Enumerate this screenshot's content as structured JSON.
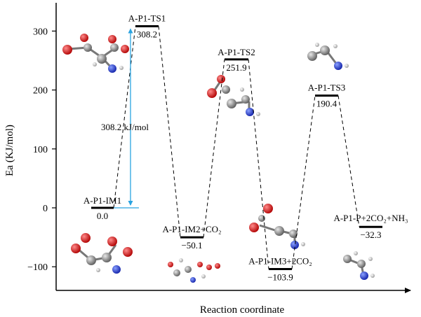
{
  "chart_data": {
    "type": "line",
    "ylabel": "Ea (KJ/mol)",
    "xlabel": "Reaction coordinate",
    "ylim": [
      -130,
      350
    ],
    "yticks": [
      300,
      200,
      100,
      0,
      -100
    ],
    "ytick_labels": [
      "300",
      "200",
      "100",
      "0",
      "−100"
    ],
    "grid": false,
    "points": [
      {
        "name": "A-P1-IM1",
        "value": 0.0,
        "value_label": "0.0"
      },
      {
        "name": "A-P1-TS1",
        "value": 308.2,
        "value_label": "308.2"
      },
      {
        "name": "A-P1-IM2+CO₂",
        "value": -50.1,
        "value_label": "−50.1"
      },
      {
        "name": "A-P1-TS2",
        "value": 251.9,
        "value_label": "251.9"
      },
      {
        "name": "A-P1-IM3+2CO₂",
        "value": -103.9,
        "value_label": "−103.9"
      },
      {
        "name": "A-P1-TS3",
        "value": 190.4,
        "value_label": "190.4"
      },
      {
        "name": "A-P1-P+2CO₂+NH₃",
        "value": -32.3,
        "value_label": "−32.3"
      }
    ],
    "annotation": {
      "text": "308.2 kJ/mol",
      "color": "#e00000",
      "arrow_color": "#29a3e0"
    }
  }
}
